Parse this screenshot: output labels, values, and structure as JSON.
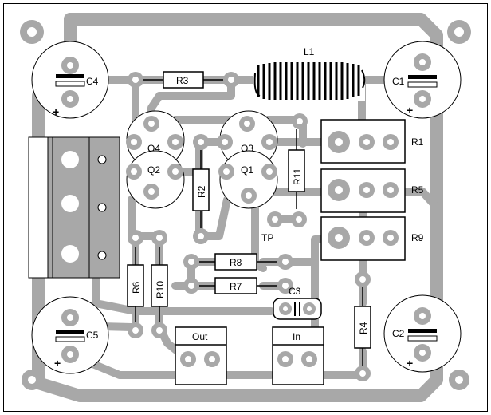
{
  "components": {
    "capacitors": [
      {
        "ref": "C4",
        "polarity": "+"
      },
      {
        "ref": "C1",
        "polarity": "+"
      },
      {
        "ref": "C5",
        "polarity": "+"
      },
      {
        "ref": "C2",
        "polarity": "+"
      },
      {
        "ref": "C3"
      }
    ],
    "resistors": [
      "R3",
      "R2",
      "R11",
      "R8",
      "R7",
      "R6",
      "R10",
      "R4"
    ],
    "trimmers": [
      "R1",
      "R5",
      "R9"
    ],
    "transistors": [
      "Q4",
      "Q2",
      "Q3",
      "Q1"
    ],
    "inductor": "L1",
    "test_point": "TP",
    "connectors": [
      "Out",
      "In"
    ]
  },
  "colors": {
    "trace": "#a8a8a8",
    "pad_ring": "#a8a8a8",
    "hole": "#ffffff",
    "outline": "#000000",
    "background": "#ffffff"
  }
}
